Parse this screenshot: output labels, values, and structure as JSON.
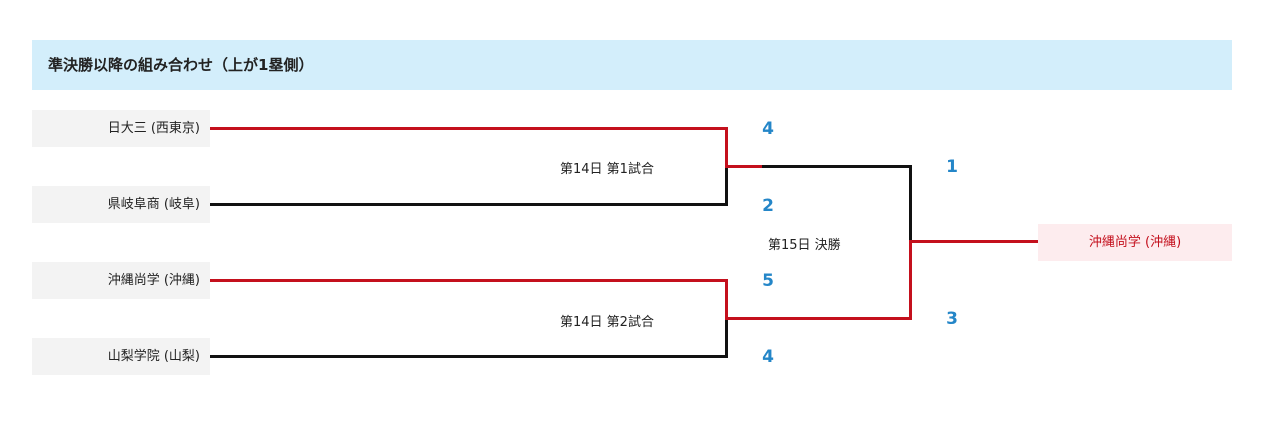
{
  "header": {
    "title": "準決勝以降の組み合わせ（上が1塁側）"
  },
  "teams": [
    {
      "name": "日大三 (西東京)"
    },
    {
      "name": "県岐阜商 (岐阜)"
    },
    {
      "name": "沖縄尚学 (沖縄)"
    },
    {
      "name": "山梨学院 (山梨)"
    }
  ],
  "matches": {
    "semi1": {
      "label": "第14日 第1試合",
      "score_top": "4",
      "score_bottom": "2"
    },
    "semi2": {
      "label": "第14日 第2試合",
      "score_top": "5",
      "score_bottom": "4"
    },
    "final": {
      "label": "第15日 決勝",
      "score_top": "1",
      "score_bottom": "3"
    }
  },
  "champion": {
    "name": "沖縄尚学 (沖縄)"
  },
  "colors": {
    "winner_line": "#c4101d",
    "loser_line": "#111111",
    "score": "#2486c8",
    "header_bg": "#d3eefb"
  }
}
